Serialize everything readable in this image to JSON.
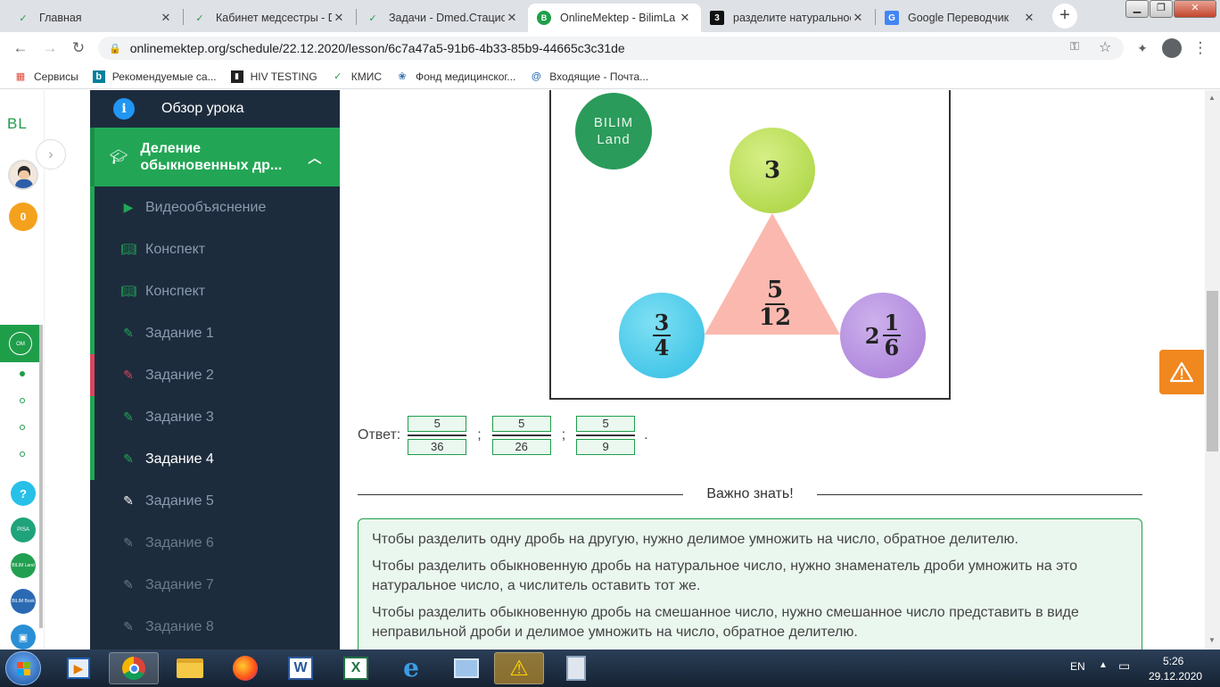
{
  "browser": {
    "tabs": [
      {
        "label": "Главная",
        "icon": "bilimland-icon",
        "active": false
      },
      {
        "label": "Кабинет медсестры - D",
        "icon": "dmed-icon",
        "active": false
      },
      {
        "label": "Задачи - Dmed.Стацион",
        "icon": "dmed-icon",
        "active": false
      },
      {
        "label": "OnlineMektep - BilimLa",
        "icon": "onlinemektep-icon",
        "active": true
      },
      {
        "label": "разделите натуральное",
        "icon": "znanija-icon",
        "active": false
      },
      {
        "label": "Google Переводчик",
        "icon": "translate-icon",
        "active": false
      }
    ],
    "url": "onlinemektep.org/schedule/22.12.2020/lesson/6c7a47a5-91b6-4b33-85b9-44665c3c31de",
    "bookmarks": [
      {
        "label": "Сервисы",
        "icon": "apps-grid-icon"
      },
      {
        "label": "Рекомендуемые са...",
        "icon": "bing-icon"
      },
      {
        "label": "HIV TESTING",
        "icon": "bookmark-icon"
      },
      {
        "label": "КМИС",
        "icon": "dmed-icon"
      },
      {
        "label": "Фонд медицинског...",
        "icon": "flower-icon"
      },
      {
        "label": "Входящие - Почта...",
        "icon": "mail-icon"
      }
    ]
  },
  "rail": {
    "logo": "BL",
    "coins": "0",
    "help": "?",
    "pisa": "PISA",
    "bilimland": "BILIM Land",
    "bilimbook": "BILIM Book"
  },
  "sidebar": {
    "overview_label": "Обзор урока",
    "section_title": "Деление обыкновенных др...",
    "items": [
      {
        "label": "Видеообъяснение",
        "icon": "play-icon",
        "status": "done"
      },
      {
        "label": "Конспект",
        "icon": "book-icon",
        "status": "done"
      },
      {
        "label": "Конспект",
        "icon": "book-icon",
        "status": "done"
      },
      {
        "label": "Задание 1",
        "icon": "edit-icon",
        "status": "done"
      },
      {
        "label": "Задание 2",
        "icon": "edit-icon",
        "status": "wrong"
      },
      {
        "label": "Задание 3",
        "icon": "edit-icon",
        "status": "done"
      },
      {
        "label": "Задание 4",
        "icon": "edit-icon",
        "status": "current"
      },
      {
        "label": "Задание 5",
        "icon": "edit-icon",
        "status": "todo"
      },
      {
        "label": "Задание 6",
        "icon": "edit-icon",
        "status": "locked"
      },
      {
        "label": "Задание 7",
        "icon": "edit-icon",
        "status": "locked"
      },
      {
        "label": "Задание 8",
        "icon": "edit-icon",
        "status": "locked"
      }
    ]
  },
  "task": {
    "image": {
      "logo_line1": "BILIM",
      "logo_line2": "Land",
      "top_value": "3",
      "triangle_num": "5",
      "triangle_den": "12",
      "left_num": "3",
      "left_den": "4",
      "right_whole": "2",
      "right_num": "1",
      "right_den": "6"
    },
    "answer_label": "Ответ:",
    "answers": [
      {
        "num": "5",
        "den": "36"
      },
      {
        "num": "5",
        "den": "26"
      },
      {
        "num": "5",
        "den": "9"
      }
    ],
    "separator": ";",
    "end": "."
  },
  "important": {
    "title": "Важно знать!",
    "rules": [
      "Чтобы разделить одну дробь на другую, нужно делимое умножить на число, обратное делителю.",
      "Чтобы разделить обыкновенную дробь на натуральное число, нужно знаменатель дроби умножить на это натуральное число, а числитель оставить тот же.",
      "Чтобы разделить обыкновенную дробь на смешанное число, нужно смешанное число представить в виде неправильной дроби и делимое умножить на число, обратное делителю."
    ]
  },
  "taskbar": {
    "lang": "EN",
    "time": "5:26",
    "date": "29.12.2020"
  },
  "colors": {
    "green": "#1f9e4a",
    "sidebar_bg": "#1d2c3d",
    "wrong": "#d9465f",
    "warning": "#f0871f"
  }
}
